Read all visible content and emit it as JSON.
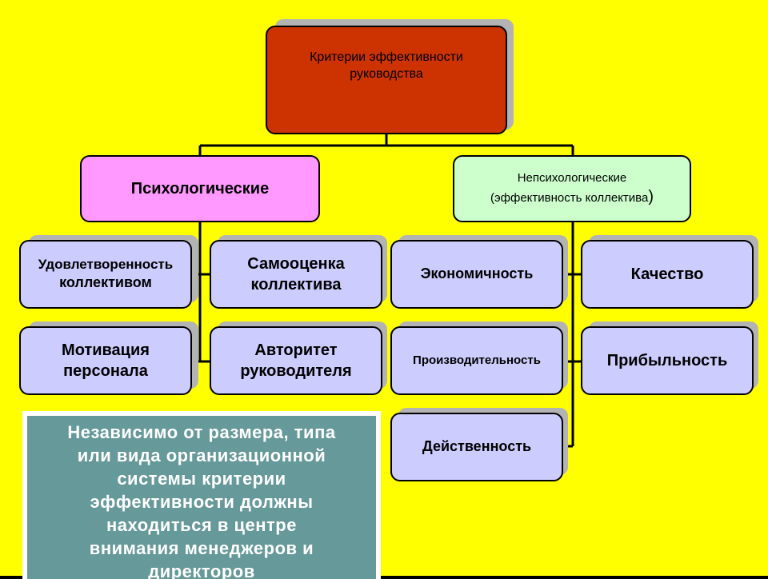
{
  "diagram": {
    "root": {
      "line1": "Критерии эффективности",
      "line2": "руководства"
    },
    "psychological": {
      "label": "Психологические"
    },
    "non_psychological": {
      "line1": "Непсихологические",
      "line2": "(эффективность коллектива",
      "paren_close": ")"
    },
    "psychological_children": [
      {
        "line1": "Удовлетворенность",
        "line2": "коллективом"
      },
      {
        "line1": "Самооценка",
        "line2": "коллектива"
      },
      {
        "line1": "Мотивация",
        "line2": "персонала"
      },
      {
        "line1": "Авторитет",
        "line2": "руководителя"
      }
    ],
    "non_psychological_children": [
      {
        "label": "Экономичность"
      },
      {
        "label": "Качество"
      },
      {
        "label": "Производительность"
      },
      {
        "label": "Прибыльность"
      },
      {
        "label": "Действенность"
      }
    ]
  },
  "note": {
    "lines": [
      "Независимо от размера, типа",
      "или вида организационной",
      "системы критерии",
      "эффективности должны",
      "находиться в центре",
      "внимания менеджеров и",
      "директоров"
    ]
  },
  "colors": {
    "background": "#ffff00",
    "root": "#cc3300",
    "psychological": "#ff99ff",
    "non_psychological": "#ccffcc",
    "leaf": "#ccccff",
    "note": "#669999"
  }
}
